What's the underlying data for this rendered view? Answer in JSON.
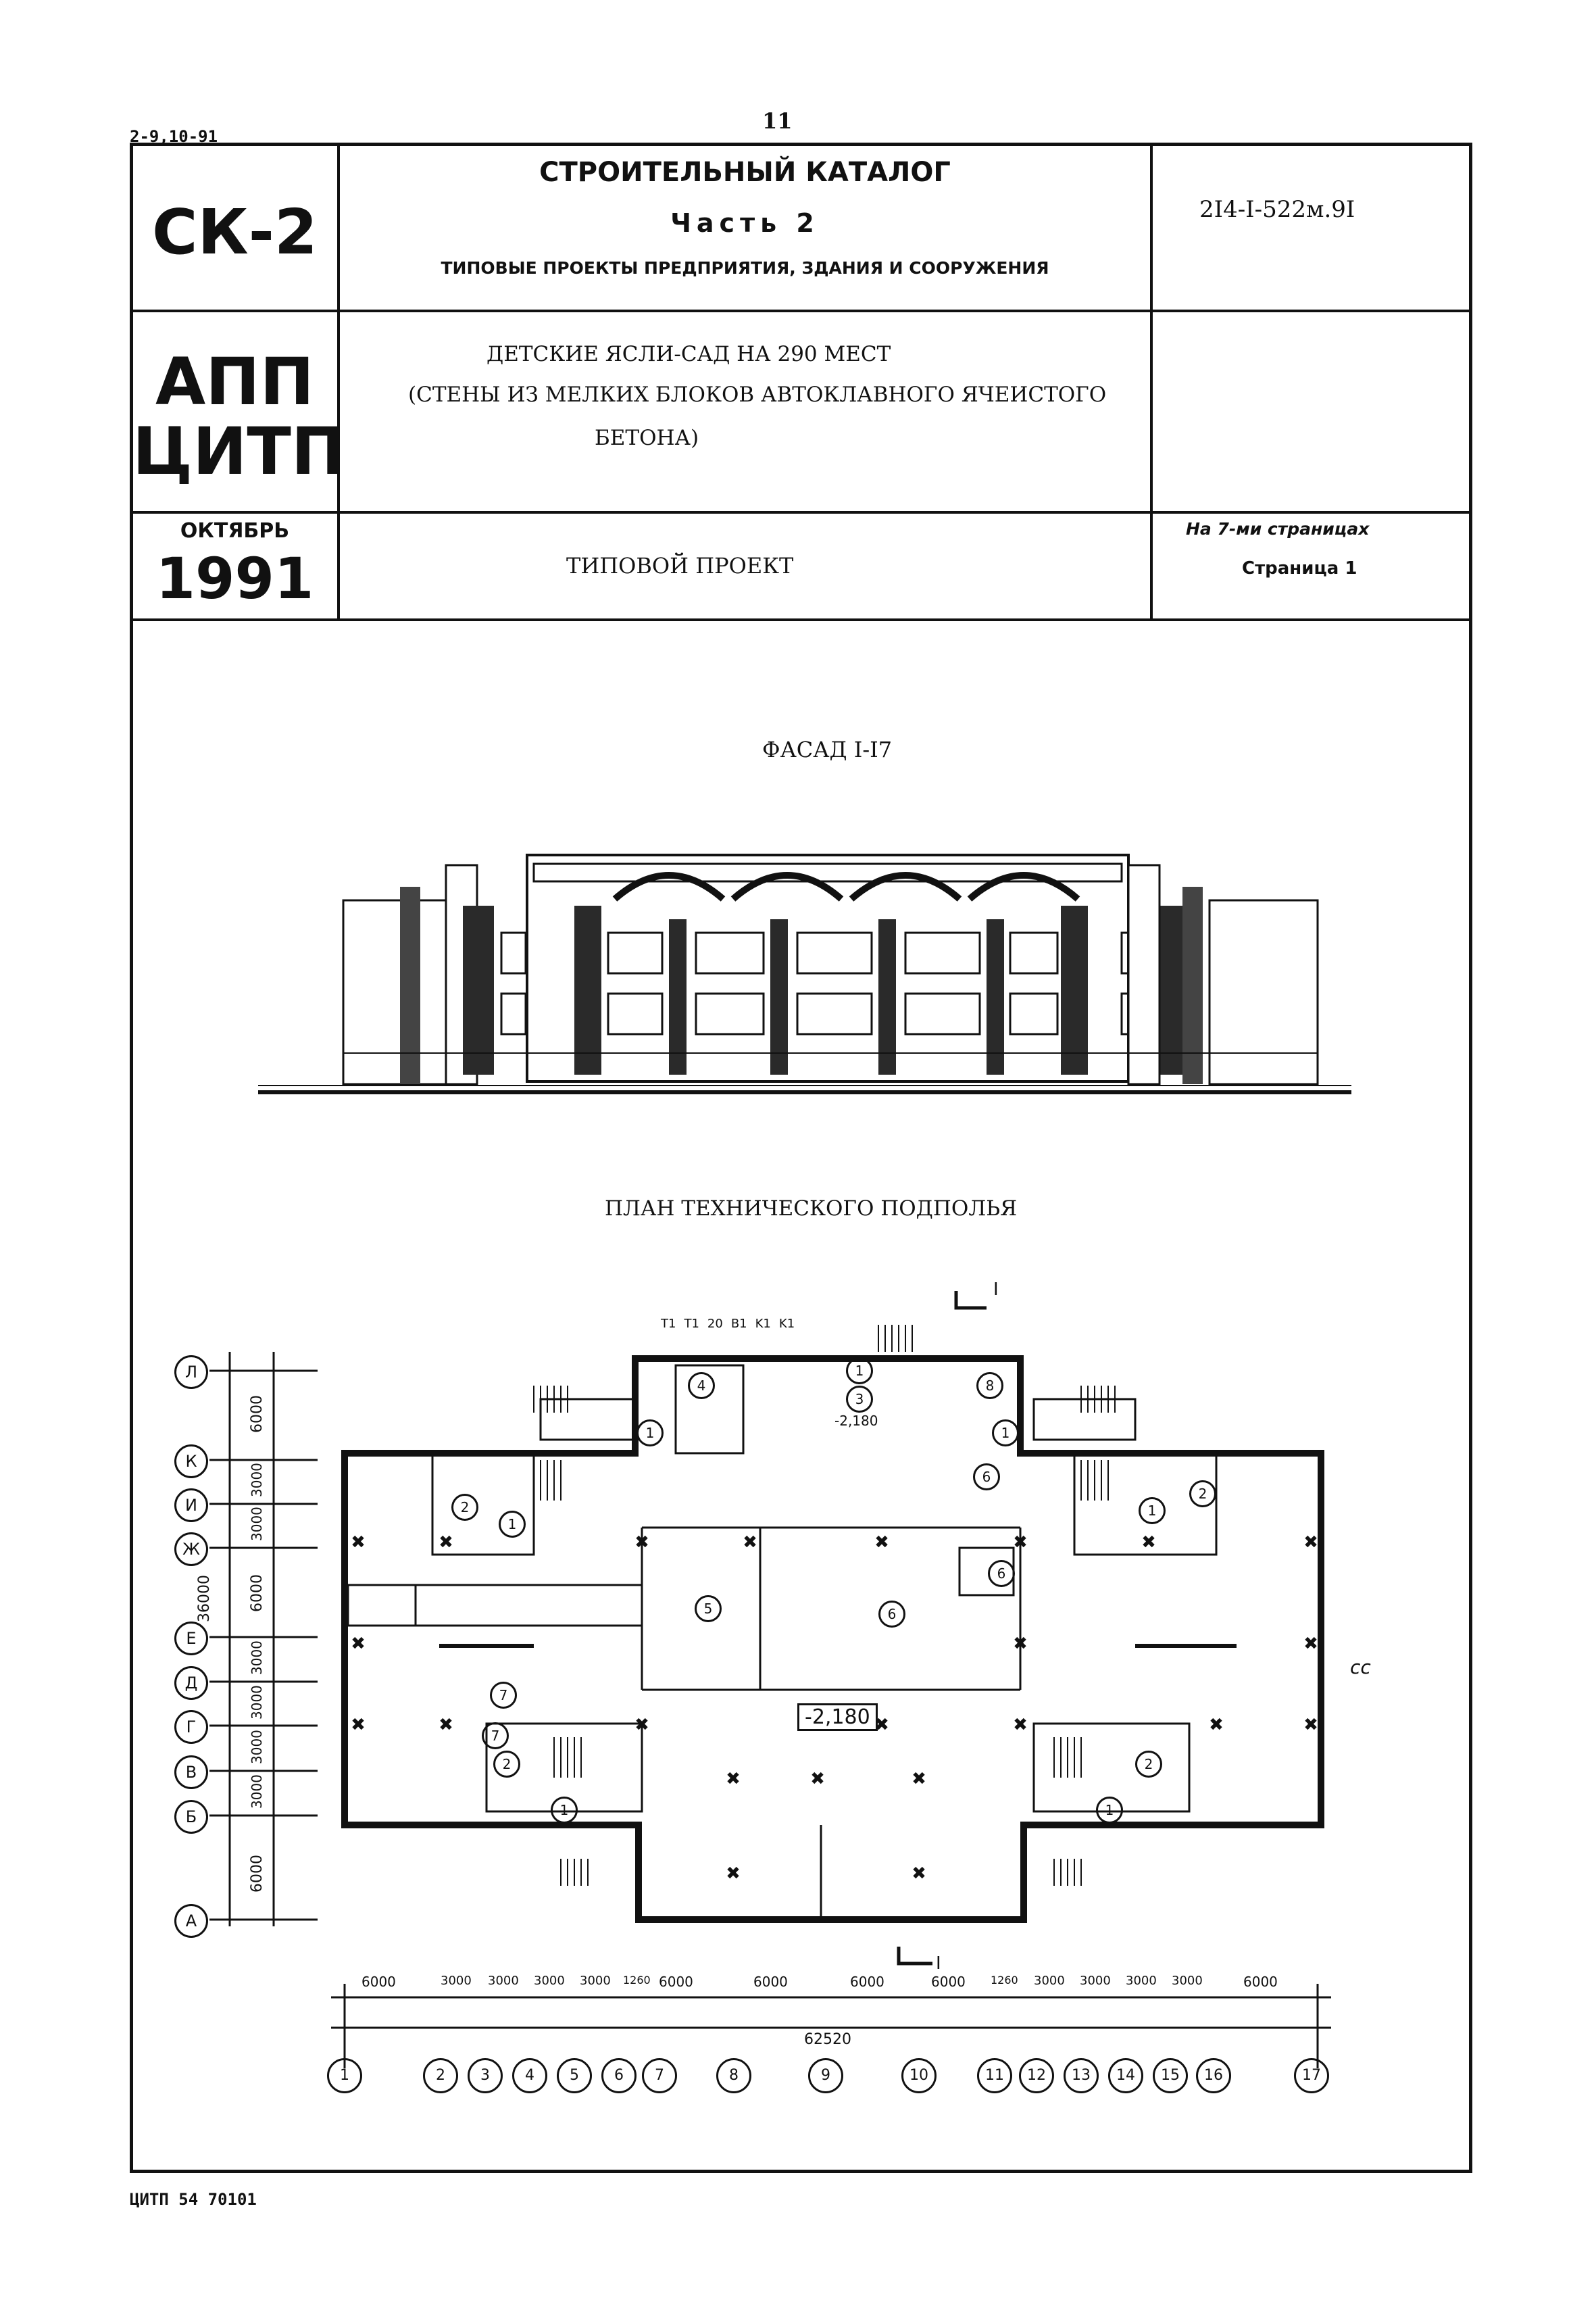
{
  "sheet": {
    "corner_code": "2-9,10-91",
    "page_number": "11",
    "footer": "ЦИТП 54 70101"
  },
  "header": {
    "block1_code": "СК-2",
    "block1_title": "СТРОИТЕЛЬНЫЙ КАТАЛОГ",
    "block1_part": "Часть 2",
    "block1_subtitle": "ТИПОВЫЕ ПРОЕКТЫ ПРЕДПРИЯТИЯ, ЗДАНИЯ И СООРУЖЕНИЯ",
    "project_code": "2I4-I-522м.9I",
    "block2_code_line1": "АПП",
    "block2_code_line2": "ЦИТП",
    "object_line1": "ДЕТСКИЕ ЯСЛИ-САД НА 290 МЕСТ",
    "object_line2": "(СТЕНЫ ИЗ МЕЛКИХ БЛОКОВ АВТОКЛАВНОГО ЯЧЕИСТОГО",
    "object_line3": "БЕТОНА)",
    "month": "ОКТЯБРЬ",
    "year": "1991",
    "doc_type": "ТИПОВОЙ ПРОЕКТ",
    "pages_total": "На 7-ми страницах",
    "page_current": "Страница 1"
  },
  "drawings": {
    "facade_title": "ФАСАД I-I7",
    "plan_title": "ПЛАН ТЕХНИЧЕСКОГО ПОДПОЛЬЯ",
    "level_mark": "-2,180",
    "level_mark_small": "-2,180",
    "section_label_top": "I",
    "section_label_bottom": "I",
    "side_mark": "cc",
    "top_notes": [
      "T1",
      "T1",
      "20",
      "B1",
      "K1",
      "K1"
    ],
    "left_total_dimension": "36000",
    "bottom_total_dimension": "62520",
    "row_axes": [
      "Л",
      "К",
      "И",
      "Ж",
      "Е",
      "Д",
      "Г",
      "В",
      "Б",
      "А"
    ],
    "row_dimensions": [
      "6000",
      "3000",
      "3000",
      "6000",
      "3000",
      "3000",
      "3000",
      "3000",
      "6000"
    ],
    "column_axes": [
      "1",
      "2",
      "3",
      "4",
      "5",
      "6",
      "7",
      "8",
      "9",
      "10",
      "11",
      "12",
      "13",
      "14",
      "15",
      "16",
      "17"
    ],
    "column_dimensions": [
      "6000",
      "3000",
      "3000",
      "3000",
      "3000",
      "1260",
      "6000",
      "6000",
      "6000",
      "6000",
      "1260",
      "3000",
      "3000",
      "3000",
      "3000",
      "6000"
    ],
    "room_numbers": [
      "4",
      "1",
      "3",
      "8",
      "1",
      "2",
      "1",
      "6",
      "1",
      "2",
      "1",
      "2",
      "5",
      "6",
      "6",
      "7",
      "7",
      "2",
      "1",
      "2",
      "1"
    ]
  }
}
